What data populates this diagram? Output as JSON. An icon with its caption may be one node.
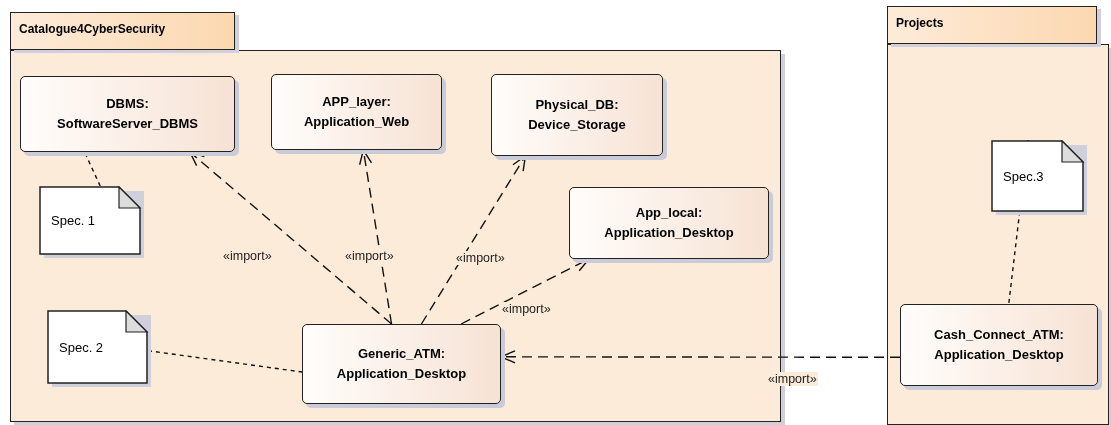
{
  "diagram": {
    "nodes": [
      {
        "text": [
          "Catalogue4CyberSecurity"
        ]
      },
      {
        "text": [
          "DBMS: SoftwareServer_DBMS"
        ],
        "in": 0
      },
      {
        "text": [
          "APP_layer: Application_Web"
        ],
        "in": 0
      },
      {
        "text": [
          "Physical_DB: Device_Storage"
        ],
        "in": 0
      },
      {
        "text": [
          "App_local: Application_Desktop"
        ],
        "in": 0
      },
      {
        "text": [
          "Generic_ATM: Application_Desktop"
        ],
        "in": 0
      },
      {
        "text": [
          "Spec. 1"
        ],
        "in": 0
      },
      {
        "text": [
          "Spec. 2"
        ],
        "in": 0
      },
      {
        "text": [
          "Projects"
        ]
      },
      {
        "text": [
          "Spec.3"
        ],
        "in": 8
      },
      {
        "text": [
          "Cash_Connect_ATM: Application_Desktop"
        ],
        "in": 8
      }
    ],
    "edges": [
      {
        "from": 5,
        "to": 1,
        "arrow": "to",
        "label": "«import»",
        "style": "dashed"
      },
      {
        "from": 5,
        "to": 2,
        "arrow": "to",
        "label": "«import»",
        "style": "dashed"
      },
      {
        "from": 5,
        "to": 3,
        "arrow": "to",
        "label": "«import»",
        "style": "dashed"
      },
      {
        "from": 5,
        "to": 4,
        "arrow": "to",
        "label": "«import»",
        "style": "dashed"
      },
      {
        "from": 10,
        "to": 5,
        "arrow": "to",
        "label": "«import»",
        "style": "dashed"
      },
      {
        "from": 6,
        "to": 1,
        "arrow": "none",
        "style": "dashed"
      },
      {
        "from": 7,
        "to": 5,
        "arrow": "none",
        "style": "dashed"
      },
      {
        "from": 9,
        "to": 10,
        "arrow": "none",
        "style": "dashed"
      }
    ]
  }
}
